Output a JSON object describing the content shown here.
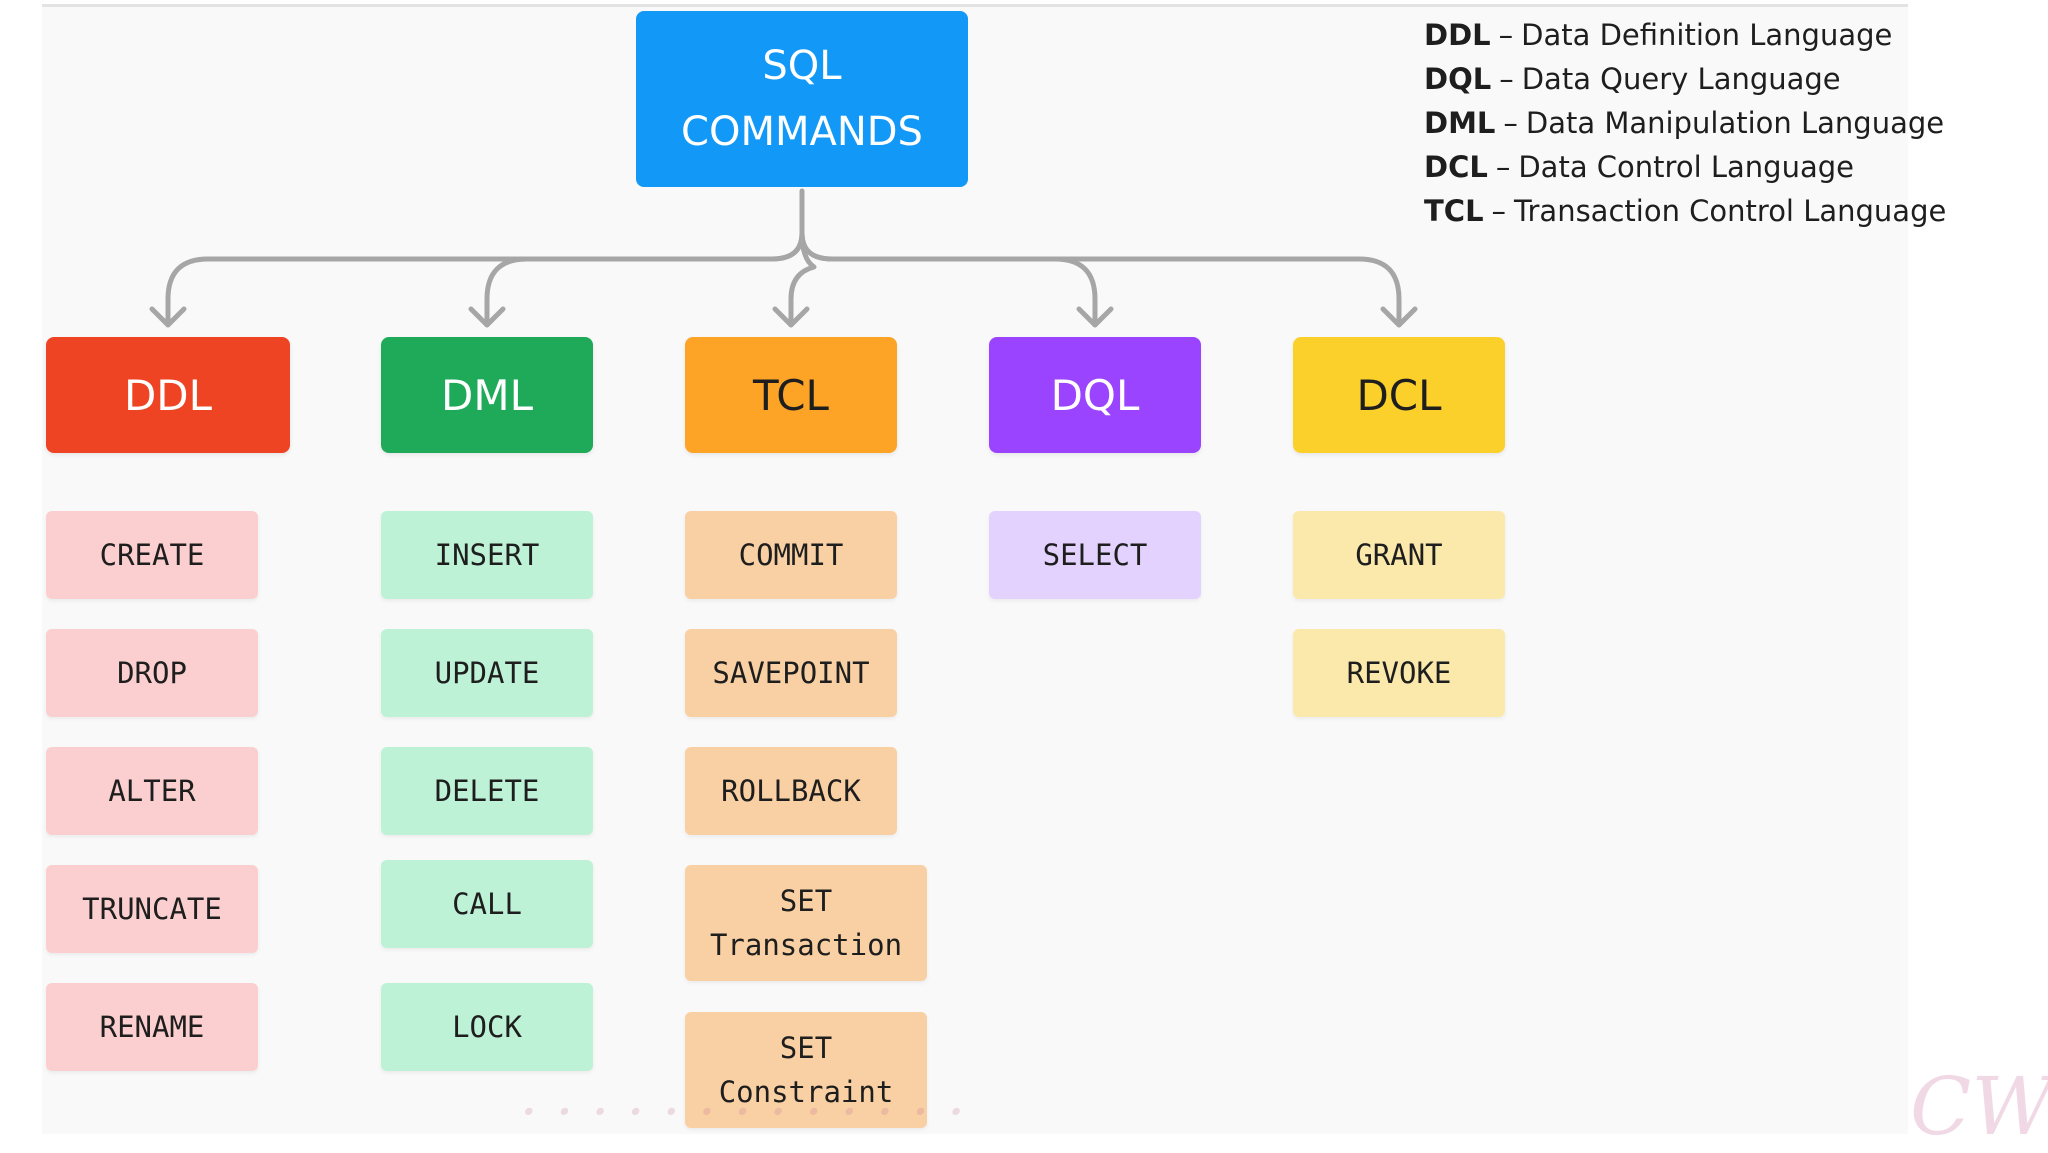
{
  "root": {
    "line1": "SQL",
    "line2": "COMMANDS"
  },
  "colors": {
    "root": "#1298f6",
    "ddl": {
      "header": "#ee4423",
      "cell": "#fbcfcf",
      "text": "#ffffff"
    },
    "dml": {
      "header": "#1faa59",
      "cell": "#bdf2d6",
      "text": "#ffffff"
    },
    "tcl": {
      "header": "#fda325",
      "cell": "#f9d0a3",
      "text": "#1e1e1e"
    },
    "dql": {
      "header": "#9b44ff",
      "cell": "#e3d2fd",
      "text": "#ffffff"
    },
    "dcl": {
      "header": "#fcd02a",
      "cell": "#fbe8ab",
      "text": "#1e1e1e"
    },
    "connector": "#a6a6a6"
  },
  "categories": [
    {
      "key": "ddl",
      "label": "DDL",
      "commands": [
        [
          "CREATE"
        ],
        [
          "DROP"
        ],
        [
          "ALTER"
        ],
        [
          "TRUNCATE"
        ],
        [
          "RENAME"
        ]
      ]
    },
    {
      "key": "dml",
      "label": "DML",
      "commands": [
        [
          "INSERT"
        ],
        [
          "UPDATE"
        ],
        [
          "DELETE"
        ],
        [
          "CALL"
        ],
        [
          "LOCK"
        ]
      ]
    },
    {
      "key": "tcl",
      "label": "TCL",
      "commands": [
        [
          "COMMIT"
        ],
        [
          "SAVEPOINT"
        ],
        [
          "ROLLBACK"
        ],
        [
          "SET",
          "Transaction"
        ],
        [
          "SET",
          "Constraint"
        ]
      ]
    },
    {
      "key": "dql",
      "label": "DQL",
      "commands": [
        [
          "SELECT"
        ]
      ]
    },
    {
      "key": "dcl",
      "label": "DCL",
      "commands": [
        [
          "GRANT"
        ],
        [
          "REVOKE"
        ]
      ]
    }
  ],
  "legend": [
    {
      "abbr": "DDL",
      "sep": "–",
      "text": "Data Definition Language"
    },
    {
      "abbr": "DQL",
      "sep": "–",
      "text": "Data Query Language"
    },
    {
      "abbr": "DML",
      "sep": "–",
      "text": "Data Manipulation Language"
    },
    {
      "abbr": "DCL",
      "sep": "–",
      "text": "Data Control Language"
    },
    {
      "abbr": "TCL",
      "sep": "–",
      "text": "Transaction Control Language"
    }
  ]
}
